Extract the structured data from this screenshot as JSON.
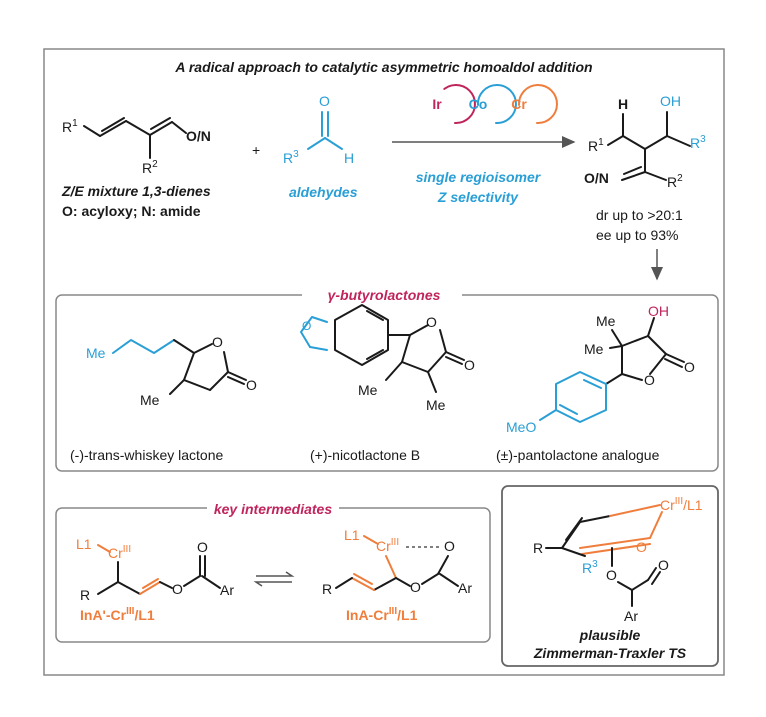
{
  "title": "A radical approach to catalytic asymmetric homoaldol addition",
  "catalysts": [
    "Ir",
    "Co",
    "Cr"
  ],
  "colors": {
    "ir": "#c0245c",
    "co": "#2a9fd6",
    "cr": "#ef7d3c",
    "blue": "#2a9fd6",
    "magenta": "#c0245c",
    "orange": "#ef7d3c"
  },
  "reaction": {
    "diene_label": "Z/E mixture 1,3-dienes",
    "diene_note": "O: acyloxy; N: amide",
    "plus": "+",
    "aldehyde_label": "aldehydes",
    "arrow_top": "single regioisomer",
    "arrow_bottom": "Z selectivity",
    "dr": "dr up to >20:1",
    "ee": "ee up to 93%"
  },
  "atoms": {
    "R1": "R",
    "sup1": "1",
    "R2": "R",
    "sup2": "2",
    "R3": "R",
    "sup3": "3",
    "ON": "O/N",
    "O": "O",
    "H": "H",
    "OH": "OH",
    "Me": "Me",
    "MeO": "MeO",
    "Ar": "Ar",
    "R": "R",
    "L1": "L1",
    "Cr": "Cr",
    "crIII": "III",
    "crL1": "/L1"
  },
  "lactones": {
    "heading": "γ-butyrolactones",
    "items": [
      "(-)-trans-whiskey lactone",
      "(+)-nicotlactone B",
      "(±)-pantolactone analogue"
    ]
  },
  "intermediates": {
    "heading": "key intermediates",
    "left": "InA'-Cr",
    "right": "InA-Cr",
    "sup": "III",
    "suffix": "/L1"
  },
  "ts": {
    "line1": "plausible",
    "line2": "Zimmerman-Traxler TS"
  }
}
